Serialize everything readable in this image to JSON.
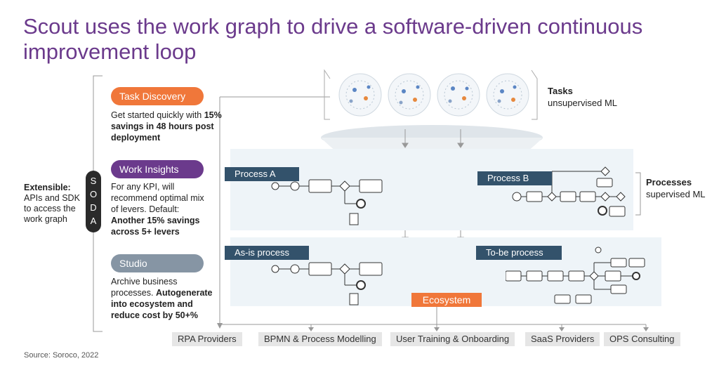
{
  "title": "Scout uses the work graph to drive a software-driven continuous improvement loop",
  "extensible": {
    "label": "Extensible:",
    "text": "APIs and SDK to access the work graph"
  },
  "soda_letters": [
    "S",
    "O",
    "D",
    "A"
  ],
  "modules": [
    {
      "name": "Task Discovery",
      "color": "#f0773a",
      "line1": "Get started quickly with",
      "bold1": "15% savings in 48 hours post deployment"
    },
    {
      "name": "Work Insights",
      "color": "#6b3a8c",
      "line1": "For any KPI, will recommend optimal mix of levers.",
      "line2": "Default:",
      "bold1": "Another 15% savings across 5+ levers"
    },
    {
      "name": "Studio",
      "color": "#8695a4",
      "line1": "Archive business processes.",
      "bold1": "Autogenerate into ecosystem and reduce cost by 50+%"
    }
  ],
  "tasks": {
    "title": "Tasks",
    "sub": "unsupervised ML"
  },
  "processes": {
    "title": "Processes",
    "sub": "supervised ML"
  },
  "process_boxes": {
    "a": "Process A",
    "b": "Process B",
    "asis": "As-is process",
    "tobe": "To-be process"
  },
  "ecosystem": {
    "label": "Ecosystem",
    "color": "#f0773a"
  },
  "categories": [
    "RPA Providers",
    "BPMN & Process Modelling",
    "User Training & Onboarding",
    "SaaS Providers",
    "OPS Consulting"
  ],
  "source": "Source: Soroco, 2022",
  "colors": {
    "purple": "#6b3a8c",
    "orange": "#f0773a",
    "navy": "#33526b",
    "gray": "#8695a4"
  }
}
